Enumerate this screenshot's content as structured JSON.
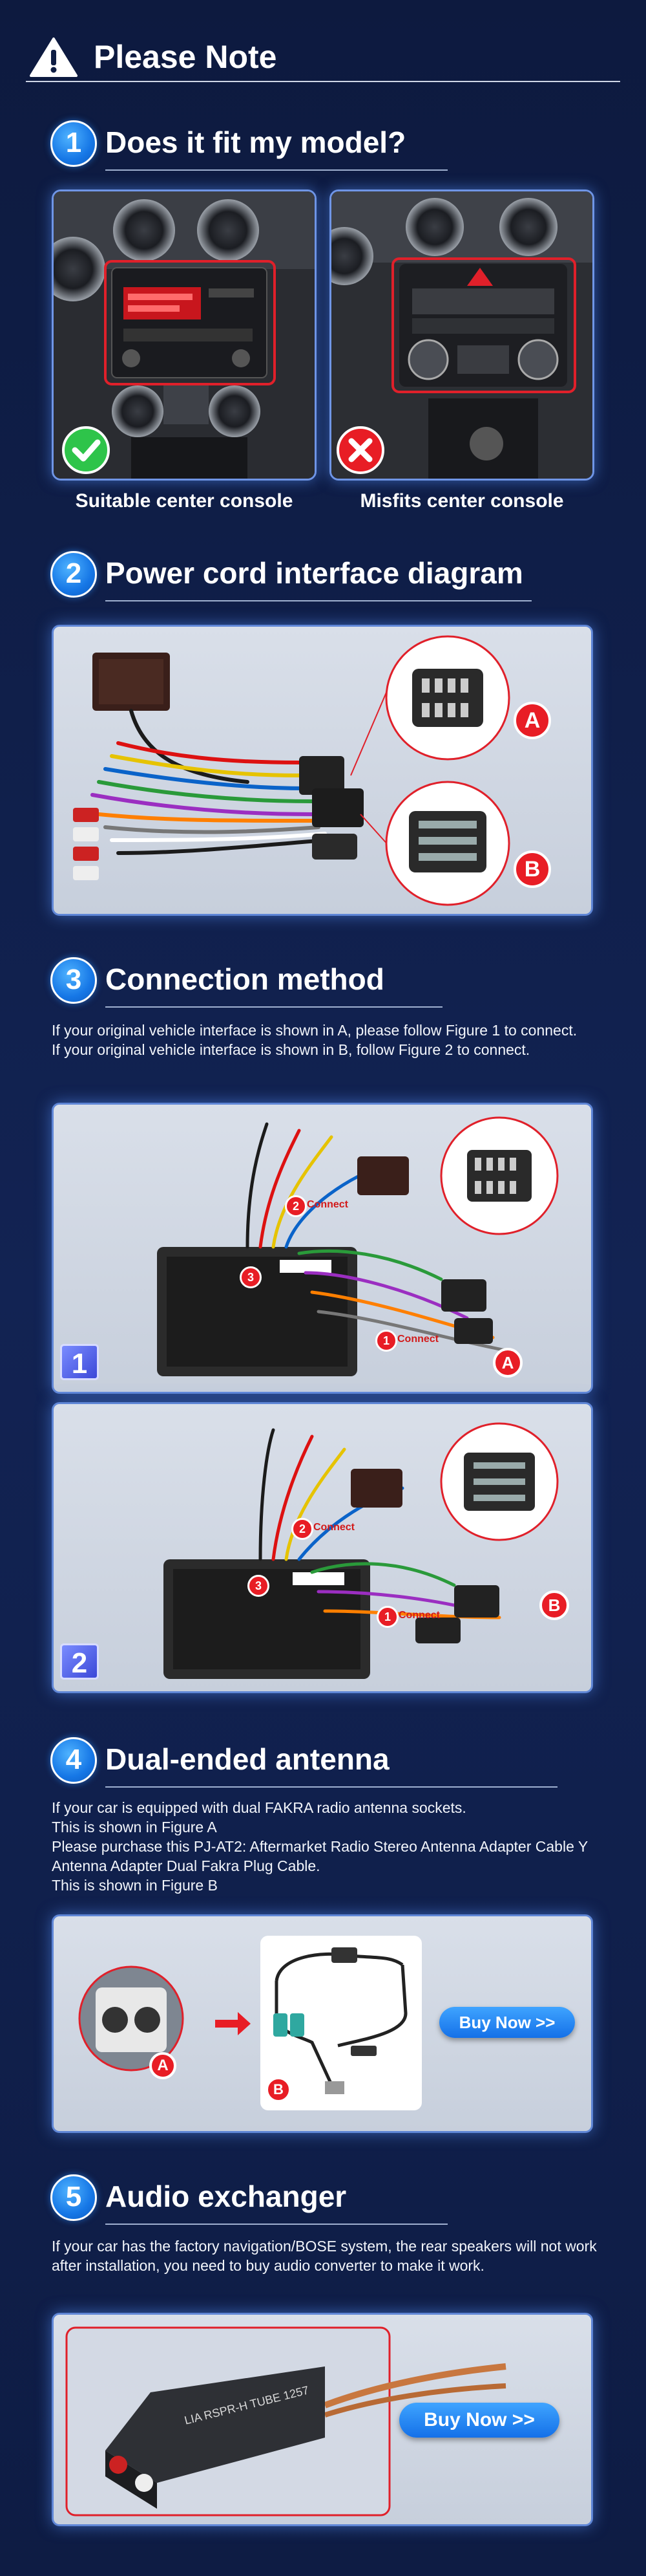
{
  "header": {
    "title": "Please Note",
    "icon": "warning-icon"
  },
  "sections": [
    {
      "num": "1",
      "title": "Does it fit my model?"
    },
    {
      "num": "2",
      "title": "Power cord interface diagram"
    },
    {
      "num": "3",
      "title": "Connection method"
    },
    {
      "num": "4",
      "title": "Dual-ended antenna"
    },
    {
      "num": "5",
      "title": "Audio exchanger"
    }
  ],
  "fit": {
    "suitable_caption": "Suitable center console",
    "misfit_caption": "Misfits center console"
  },
  "diagram": {
    "label_a": "A",
    "label_b": "B"
  },
  "connection": {
    "line1": "If your original vehicle interface is shown in A, please follow Figure 1 to connect.",
    "line2": "If your original vehicle interface is shown in B, follow Figure 2 to connect.",
    "fig1": {
      "badge": "1",
      "connect1": "Connect",
      "connect2": "Connect",
      "n1": "1",
      "n2": "2",
      "n3": "3",
      "target": "A"
    },
    "fig2": {
      "badge": "2",
      "connect1": "Connect",
      "connect2": "Connect",
      "n1": "1",
      "n2": "2",
      "n3": "3",
      "target": "B"
    }
  },
  "antenna": {
    "line1": "If your car is equipped with dual FAKRA radio antenna sockets.",
    "line2": "This is shown in Figure A",
    "line3": "Please purchase this PJ-AT2: Aftermarket Radio Stereo Antenna Adapter Cable Y Antenna Adapter Dual Fakra Plug Cable.",
    "line4": "This is shown in Figure B",
    "label_a": "A",
    "label_b": "B",
    "buy": "Buy Now >>"
  },
  "audio": {
    "text": "If your car has the factory navigation/BOSE system, the rear speakers will not work after installation, you need to buy audio converter to make it work.",
    "device_text": "LIA RSPR-H TUBE 1257",
    "buy": "Buy Now >>"
  },
  "colors": {
    "background": "#0f1e45",
    "accent": "#1677e6",
    "red": "#e81d25",
    "green": "#2ec44a"
  }
}
